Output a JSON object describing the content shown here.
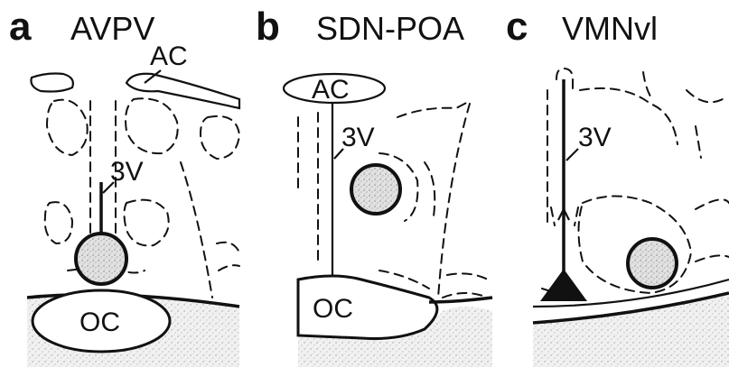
{
  "panels": [
    {
      "letter": "a",
      "title": "AVPV",
      "labels": {
        "ac": "AC",
        "third_ventricle": "3V",
        "oc": "OC"
      }
    },
    {
      "letter": "b",
      "title": "SDN-POA",
      "labels": {
        "ac": "AC",
        "third_ventricle": "3V",
        "oc": "OC"
      }
    },
    {
      "letter": "c",
      "title": "VMNvl",
      "labels": {
        "third_ventricle": "3V"
      }
    }
  ],
  "colors": {
    "ink": "#111111",
    "stipple_light": "#d9d9d9",
    "stipple_dark": "#9a9a9a",
    "background": "#ffffff"
  }
}
